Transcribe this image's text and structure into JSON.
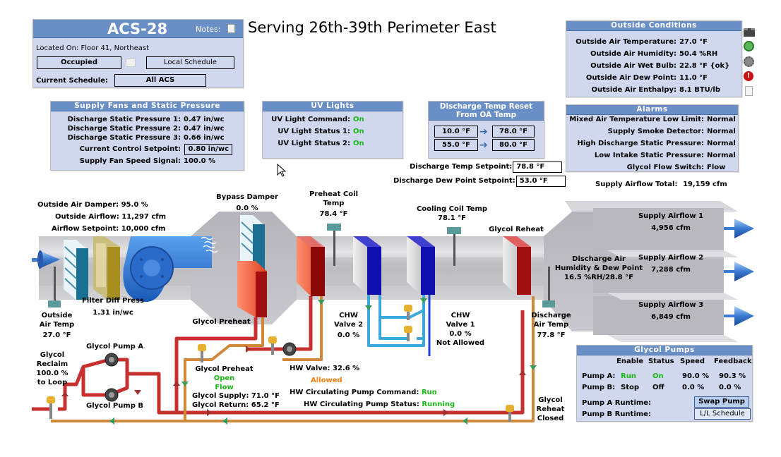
{
  "unit": {
    "name": "ACS-28",
    "notes_label": "Notes:",
    "serving": "Serving 26th-39th Perimeter East",
    "located_on": "Located On: Floor 41, Northeast",
    "occupancy_button": "Occupied",
    "local_schedule_button": "Local Schedule",
    "current_schedule_label": "Current Schedule:",
    "current_schedule_value": "All ACS"
  },
  "outside_conditions": {
    "title": "Outside Conditions",
    "rows": [
      {
        "label": "Outside Air Temperature:",
        "value": "27.0 °F"
      },
      {
        "label": "Outside Air Humidity:",
        "value": "50.4 %RH"
      },
      {
        "label": "Outside Air Wet Bulb:",
        "value": "22.8 °F {ok}"
      },
      {
        "label": "Outside Air Dew Point:",
        "value": "11.0 °F"
      },
      {
        "label": "Outside Air Enthalpy:",
        "value": "8.1 BTU/lb"
      }
    ]
  },
  "side_icons": [
    "building-icon",
    "recycle-icon",
    "gears-icon",
    "alarm-icon",
    "document-icon"
  ],
  "supply_fans": {
    "title": "Supply Fans and Static Pressure",
    "rows": [
      {
        "label": "Discharge Static Pressure 1:",
        "value": "0.47 in/wc"
      },
      {
        "label": "Discharge Static Pressure 2:",
        "value": "0.47 in/wc"
      },
      {
        "label": "Discharge Static Pressure 3:",
        "value": "0.66 in/wc"
      },
      {
        "label": "Current Control Setpoint:",
        "value": "0.80 in/wc"
      },
      {
        "label": "Supply Fan Speed Signal:",
        "value": "100.0 %"
      }
    ]
  },
  "uv_lights": {
    "title": "UV Lights",
    "rows": [
      {
        "label": "UV Light Command:",
        "value": "On"
      },
      {
        "label": "UV Light Status 1:",
        "value": "On"
      },
      {
        "label": "UV Light Status 2:",
        "value": "On"
      }
    ]
  },
  "discharge_reset": {
    "title_line1": "Discharge Temp Reset",
    "title_line2": "From OA Temp",
    "rows": [
      {
        "from": "10.0 °F",
        "to": "78.0 °F"
      },
      {
        "from": "55.0 °F",
        "to": "80.0 °F"
      }
    ]
  },
  "setpoints": {
    "discharge_temp_label": "Discharge Temp Setpoint:",
    "discharge_temp_value": "78.8 °F",
    "dew_point_label": "Discharge Dew Point Setpoint:",
    "dew_point_value": "53.0 °F"
  },
  "alarms": {
    "title": "Alarms",
    "rows": [
      {
        "label": "Mixed Air Temperature Low Limit:",
        "value": "Normal"
      },
      {
        "label": "Supply Smoke Detector:",
        "value": "Normal"
      },
      {
        "label": "High Discharge Static Pressure:",
        "value": "Normal"
      },
      {
        "label": "Low Intake Static Pressure:",
        "value": "Normal"
      },
      {
        "label": "Glycol Flow Switch:",
        "value": "Flow"
      }
    ]
  },
  "supply_airflow_total": {
    "label": "Supply Airflow Total:",
    "value": "19,159 cfm"
  },
  "diagram": {
    "oa_damper": "Outside Air Damper: 95.0 %",
    "oa_airflow": "Outside Airflow: 11,297 cfm",
    "airflow_setpoint": "Airflow Setpoint: 10,000 cfm",
    "bypass_damper_label": "Bypass Damper",
    "bypass_damper_value": "0.0 %",
    "preheat_coil_label1": "Preheat Coil",
    "preheat_coil_label2": "Temp",
    "preheat_coil_value": "78.4 °F",
    "cooling_coil_label": "Cooling Coil Temp",
    "cooling_coil_value": "78.1 °F",
    "glycol_reheat": "Glycol Reheat",
    "filter_label": "Filter Diff Press",
    "filter_value": "1.31 in/wc",
    "oat_label1": "Outside",
    "oat_label2": "Air Temp",
    "oat_value": "27.0 °F",
    "glycol_preheat_coil": "Glycol Preheat",
    "chw2_label1": "CHW",
    "chw2_label2": "Valve 2",
    "chw2_value": "0.0 %",
    "chw1_label1": "CHW",
    "chw1_label2": "Valve 1",
    "chw1_value": "0.0 %",
    "chw1_status": "Not Allowed",
    "dat_label1": "Discharge",
    "dat_label2": "Air Temp",
    "dat_value": "77.8 °F",
    "dah_label1": "Discharge Air",
    "dah_label2": "Humidity & Dew Point",
    "dah_value": "16.5 %RH/28.8 °F",
    "supply_airflows": [
      {
        "label": "Supply Airflow 1",
        "value": "4,956 cfm"
      },
      {
        "label": "Supply Airflow 2",
        "value": "7,288 cfm"
      },
      {
        "label": "Supply Airflow 3",
        "value": "6,849 cfm"
      }
    ],
    "glycol_reclaim1": "Glycol",
    "glycol_reclaim2": "Reclaim",
    "glycol_reclaim_value": "100.0 %",
    "glycol_reclaim_dest": "to Loop",
    "pump_a_label": "Glycol Pump A",
    "pump_b_label": "Glycol Pump B",
    "glycol_preheat_valve": "Glycol Preheat",
    "glycol_preheat_status1": "Open",
    "glycol_preheat_status2": "Flow",
    "glycol_supply": "Glycol Supply: 71.0 °F",
    "glycol_return": "Glycol Return: 65.2 °F",
    "hw_valve": "HW Valve: 32.6 %",
    "hw_valve_status": "Allowed",
    "hw_pump_cmd_label": "HW Circulating Pump Command:",
    "hw_pump_cmd_value": "Run",
    "hw_pump_status_label": "HW Circulating Pump Status:",
    "hw_pump_status_value": "Running",
    "glycol_reheat_valve1": "Glycol",
    "glycol_reheat_valve2": "Reheat",
    "glycol_reheat_valve3": "Closed"
  },
  "glycol_pumps": {
    "title": "Glycol Pumps",
    "headers": [
      "Enable",
      "Status",
      "Speed",
      "Feedback"
    ],
    "rows": [
      {
        "label": "Pump A:",
        "enable": "Run",
        "status": "On",
        "speed": "90.0 %",
        "feedback": "90.3 %"
      },
      {
        "label": "Pump B:",
        "enable": "Stop",
        "status": "Off",
        "speed": "0.0 %",
        "feedback": "0.0 %"
      }
    ],
    "runtime_a": "Pump A Runtime:",
    "runtime_b": "Pump B Runtime:",
    "swap_button": "Swap Pump",
    "schedule_button": "L/L Schedule"
  },
  "colors": {
    "panel_bg": "#d0d8ef",
    "panel_head": "#6a8fc6",
    "status_green": "#18b818",
    "status_orange": "#f08010",
    "hot_pipe": "#c83030",
    "return_pipe": "#d08838",
    "chw_pipe": "#3aa8d8"
  }
}
